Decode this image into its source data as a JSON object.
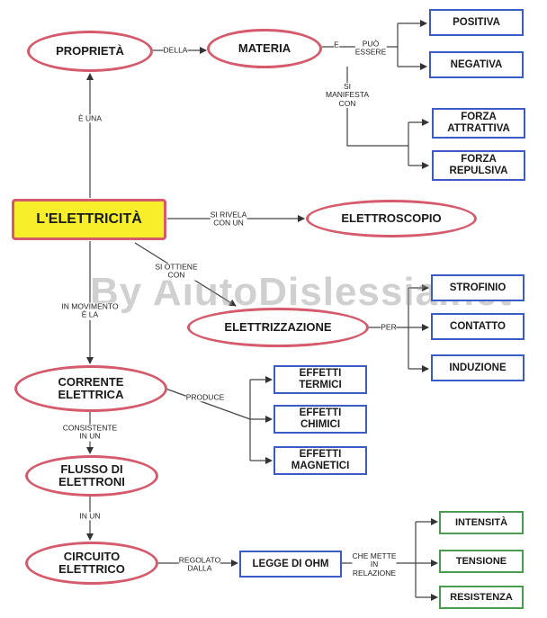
{
  "nodes": {
    "proprieta": "PROPRIETÀ",
    "materia": "MATERIA",
    "positiva": "POSITIVA",
    "negativa": "NEGATIVA",
    "forza_attrattiva": "FORZA\nATTRATTIVA",
    "forza_repulsiva": "FORZA\nREPULSIVA",
    "elettricita": "L'ELETTRICITÀ",
    "elettroscopio": "ELETTROSCOPIO",
    "elettrizzazione": "ELETTRIZZAZIONE",
    "strofinio": "STROFINIO",
    "contatto": "CONTATTO",
    "induzione": "INDUZIONE",
    "corrente_elettrica": "CORRENTE\nELETTRICA",
    "effetti_termici": "EFFETTI\nTERMICI",
    "effetti_chimici": "EFFETTI\nCHIMICI",
    "effetti_magnetici": "EFFETTI\nMAGNETICI",
    "flusso_elettroni": "FLUSSO DI\nELETTRONI",
    "circuito_elettrico": "CIRCUITO\nELETTRICO",
    "legge_ohm": "LEGGE DI OHM",
    "intensita": "INTENSITÀ",
    "tensione": "TENSIONE",
    "resistenza": "RESISTENZA"
  },
  "labels": {
    "della": "DELLA",
    "e": "E",
    "puo_essere": "PUÒ\nESSERE",
    "si_manifesta_con": "SI\nMANIFESTA\nCON",
    "e_una": "È  UNA",
    "si_rivela_con_un": "SI RIVELA\nCON UN",
    "si_ottiene_con": "SI OTTIENE\nCON",
    "in_movimento_e_la": "IN MOVIMENTO\nÈ  LA",
    "per": "PER",
    "produce": "PRODUCE",
    "consistente_in_un": "CONSISTENTE\nIN UN",
    "in_un": "IN UN",
    "regolato_dalla": "REGOLATO\nDALLA",
    "che_mette_in_relazione": "CHE METTE\nIN\nRELAZIONE"
  },
  "watermark": "By AiutoDislessia.net",
  "colors": {
    "ellipse_border": "#d55a6b",
    "blue_box": "#3b5bc6",
    "green_box": "#4a9a52",
    "main_fill": "#f6ef2a"
  }
}
